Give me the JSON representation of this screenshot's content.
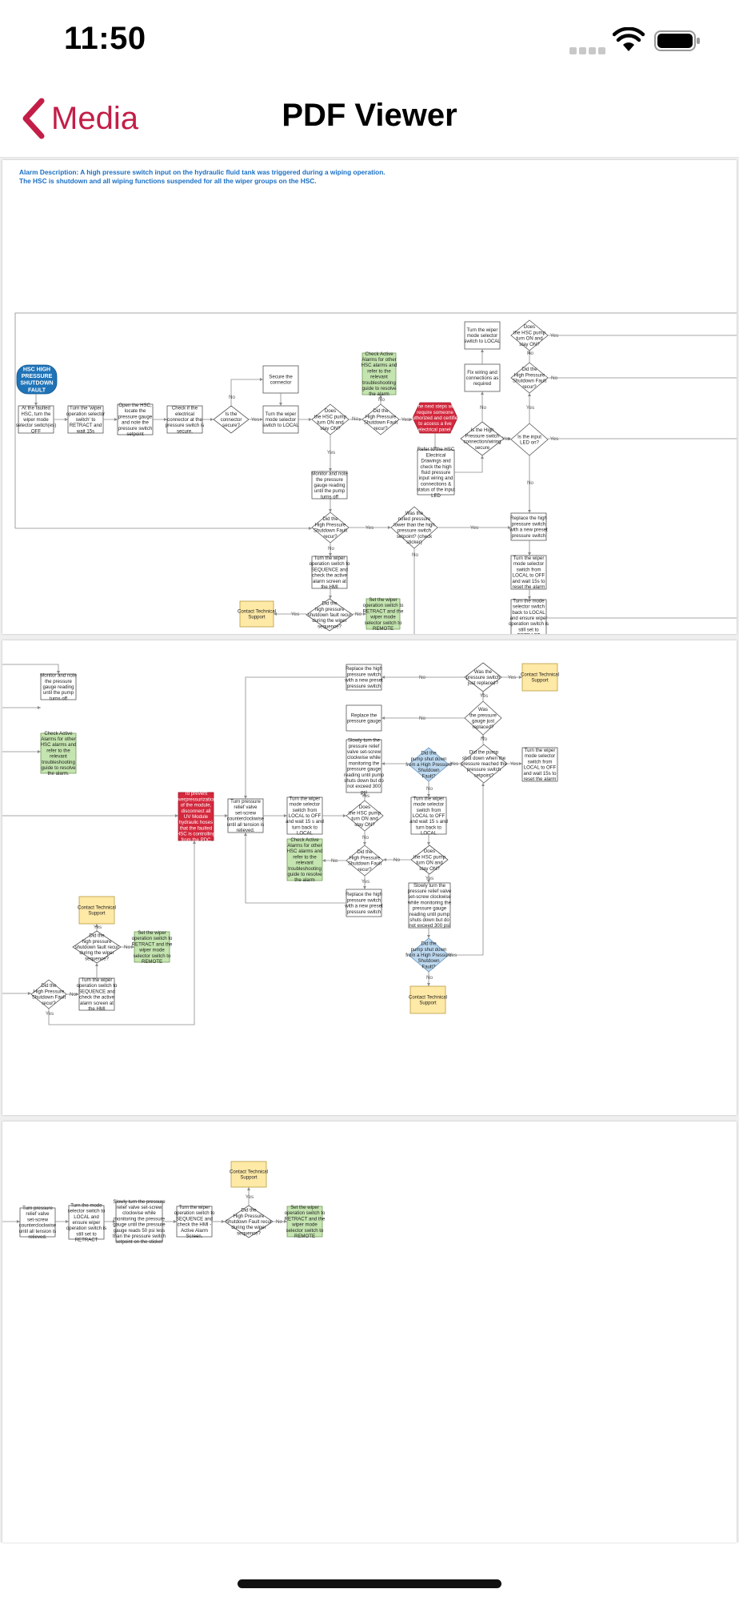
{
  "status_bar": {
    "time": "11:50"
  },
  "nav": {
    "back_label": "Media",
    "title": "PDF Viewer"
  },
  "page1": {
    "alarm_description": [
      "Alarm Description:  A high pressure switch input on the hydraulic fluid tank was triggered during a wiping operation.",
      "The HSC is shutdown and all wiping functions suspended for all the wiper groups on the HSC."
    ],
    "nodes": [
      {
        "id": "p1_title",
        "lines": [
          "HSC HIGH",
          "PRESSURE",
          "SHUTDOWN",
          "FAULT"
        ]
      },
      {
        "id": "p1_a",
        "lines": [
          "At the faulted",
          "HSC, turn the",
          "wiper mode",
          "selector switch(es)",
          "OFF"
        ]
      },
      {
        "id": "p1_b",
        "lines": [
          "Turn the 'wiper",
          "operation selector",
          "switch' to",
          "RETRACT and",
          "wait 15s"
        ]
      },
      {
        "id": "p1_c",
        "lines": [
          "Open the HSC,",
          "locate the",
          "pressure gauge",
          "and note the",
          "pressure switch",
          "setpoint"
        ]
      },
      {
        "id": "p1_d",
        "lines": [
          "Check if the",
          "electrical",
          "connector at the",
          "pressure switch is",
          "secure."
        ]
      },
      {
        "id": "p1_e",
        "lines": [
          "Is the",
          "connector",
          "secure?"
        ]
      },
      {
        "id": "p1_f",
        "lines": [
          "Secure the",
          "connector"
        ]
      },
      {
        "id": "p1_g",
        "lines": [
          "Turn the wiper",
          "mode selector",
          "switch to LOCAL"
        ]
      },
      {
        "id": "p1_h",
        "lines": [
          "Does",
          "the HSC pump",
          "turn ON and",
          "stay ON?"
        ]
      },
      {
        "id": "p1_i",
        "lines": [
          "Did the",
          "High Pressure",
          "Shutdown Fault",
          "recur?"
        ]
      },
      {
        "id": "p1_j",
        "lines": [
          "Check Active",
          "Alarms for other",
          "HSC alarms and",
          "refer to the",
          "relevant",
          "troubleshooting",
          "guide to resolve",
          "the alarm"
        ]
      },
      {
        "id": "p1_k",
        "lines": [
          "The next steps will",
          "require someone",
          "authorized and certified",
          "to access a live",
          "electrical panel."
        ]
      },
      {
        "id": "p1_l",
        "lines": [
          "Refer to the HSC",
          "Electrical",
          "Drawings and",
          "check the high",
          "fluid pressure",
          "input wiring and",
          "connections &",
          "status of the input",
          "LED"
        ]
      },
      {
        "id": "p1_m",
        "lines": [
          "Monitor and note",
          "the pressure",
          "gauge reading",
          "until the pump",
          "turns off"
        ]
      },
      {
        "id": "p1_n",
        "lines": [
          "Did the",
          "High Pressure",
          "Shutdown Fault",
          "recur?"
        ]
      },
      {
        "id": "p1_o",
        "lines": [
          "Was the",
          "noted pressure",
          "lower than the high",
          "pressure switch",
          "setpoint? (check",
          "sticker)"
        ]
      },
      {
        "id": "p1_p",
        "lines": [
          "Replace the high",
          "pressure switch",
          "with a new preset",
          "pressure switch"
        ]
      },
      {
        "id": "p1_q",
        "lines": [
          "Turn the wiper",
          "operation switch to",
          "SEQUENCE and",
          "check the active",
          "alarm screen at",
          "the HMI"
        ]
      },
      {
        "id": "p1_r",
        "lines": [
          "Did the",
          "high pressure",
          "shutdown fault recur",
          "during the wiper",
          "sequence?"
        ]
      },
      {
        "id": "p1_s",
        "lines": [
          "Contact Technical",
          "Support"
        ]
      },
      {
        "id": "p1_t",
        "lines": [
          "Set the wiper",
          "operation switch to",
          "RETRACT and the",
          "wiper mode",
          "selector switch to",
          "REMOTE"
        ]
      },
      {
        "id": "p1_u",
        "lines": [
          "Turn the wiper",
          "mode selector",
          "switch to LOCAL"
        ]
      },
      {
        "id": "p1_v",
        "lines": [
          "Does",
          "the HSC pump",
          "turn ON and",
          "stay ON?"
        ]
      },
      {
        "id": "p1_w",
        "lines": [
          "Fix wiring and",
          "connections as",
          "required"
        ]
      },
      {
        "id": "p1_x",
        "lines": [
          "Did the",
          "High Pressure",
          "Shutdown Fault",
          "recur?"
        ]
      },
      {
        "id": "p1_y",
        "lines": [
          "Is the High",
          "Pressure switch",
          "connection/wiring",
          "secure"
        ]
      },
      {
        "id": "p1_z",
        "lines": [
          "Is the input",
          "LED on?"
        ]
      },
      {
        "id": "p1_aa",
        "lines": [
          "Turn the wiper",
          "mode selector",
          "switch from",
          "LOCAL to OFF",
          "and wait 15s to",
          "reset the alarm"
        ]
      },
      {
        "id": "p1_ab",
        "lines": [
          "Turn the mode",
          "selector switch",
          "back to LOCAL",
          "and ensure wiper",
          "operation switch is",
          "still set to",
          "RETRACT"
        ]
      }
    ],
    "labels": {
      "yes": "Yes",
      "no": "No"
    }
  },
  "page2": {
    "nodes": [
      {
        "id": "p2_a",
        "lines": [
          "Monitor and note",
          "the pressure",
          "gauge reading",
          "until the pump",
          "turns off"
        ]
      },
      {
        "id": "p2_b",
        "lines": [
          "Check Active",
          "Alarms for other",
          "HSC alarms and",
          "refer to the",
          "relevant",
          "troubleshooting",
          "guide to resolve",
          "the alarm."
        ]
      },
      {
        "id": "p2_c",
        "lines": [
          "Replace the high",
          "pressure switch",
          "with a new preset",
          "pressure switch"
        ]
      },
      {
        "id": "p2_d",
        "lines": [
          "Was the",
          "pressure switch",
          "just replaced?"
        ]
      },
      {
        "id": "p2_e",
        "lines": [
          "Contact Technical",
          "Support"
        ]
      },
      {
        "id": "p2_f",
        "lines": [
          "Replace the",
          "pressure gauge"
        ]
      },
      {
        "id": "p2_g",
        "lines": [
          "Was",
          "the pressure",
          "gauge just",
          "replaced?"
        ]
      },
      {
        "id": "p2_h",
        "lines": [
          "Slowly turn the",
          "pressure relief",
          "valve set-screw",
          "clockwise while",
          "monitoring the",
          "pressure gauge",
          "reading until pump",
          "shuts down but do",
          "not exceed 300",
          "psi"
        ]
      },
      {
        "id": "p2_i",
        "lines": [
          "Did the",
          "pump shut down",
          "from a High Pressure",
          "Shutdown",
          "Fault?"
        ]
      },
      {
        "id": "p2_j",
        "lines": [
          "Did the pump",
          "shut down when the",
          "pressure reached the",
          "pressure switch",
          "setpoint?"
        ]
      },
      {
        "id": "p2_k",
        "lines": [
          "Turn the wiper",
          "mode selector",
          "switch from",
          "LOCAL to OFF",
          "and wait 15s to",
          "reset the alarm"
        ]
      },
      {
        "id": "p2_l",
        "lines": [
          "To prevent",
          "overpressurization",
          "of the module,",
          "disconnect all",
          "UV Module",
          "hydraulic hoses",
          "that the faulted",
          "HSC is controlling",
          "from the PDC"
        ]
      },
      {
        "id": "p2_m",
        "lines": [
          "Turn pressure",
          "relief valve",
          "set-screw",
          "counterclockwise",
          "until all tension is",
          "relieved."
        ]
      },
      {
        "id": "p2_n",
        "lines": [
          "Turn the wiper",
          "mode selector",
          "switch from",
          "LOCAL to OFF",
          "and wait 15 s and",
          "turn back to",
          "LOCAL"
        ]
      },
      {
        "id": "p2_o",
        "lines": [
          "Does",
          "the HSC pump",
          "turn ON and",
          "stay ON?"
        ]
      },
      {
        "id": "p2_p",
        "lines": [
          "Turn the wiper",
          "mode selector",
          "switch from",
          "LOCAL to OFF",
          "and wait 15 s and",
          "turn back to",
          "LOCAL"
        ]
      },
      {
        "id": "p2_q",
        "lines": [
          "Check Active",
          "Alarms for other",
          "HSC alarms and",
          "refer to the",
          "relevant",
          "troubleshooting",
          "guide to resolve",
          "the alarm"
        ]
      },
      {
        "id": "p2_r",
        "lines": [
          "Did the",
          "High Pressure",
          "Shutdown Fault",
          "recur?"
        ]
      },
      {
        "id": "p2_s",
        "lines": [
          "Does",
          "the HSC pump",
          "turn ON and",
          "stay ON?"
        ]
      },
      {
        "id": "p2_t",
        "lines": [
          "Replace the high",
          "pressure switch",
          "with a new preset",
          "pressure switch"
        ]
      },
      {
        "id": "p2_u",
        "lines": [
          "Slowly turn the",
          "pressure relief valve",
          "set-screw clockwise",
          "while monitoring the",
          "pressure gauge",
          "reading until pump",
          "shuts down but do",
          "not exceed 300 psi"
        ]
      },
      {
        "id": "p2_v",
        "lines": [
          "Did the",
          "pump shut down",
          "from a High Pressure",
          "Shutdown",
          "Fault?"
        ]
      },
      {
        "id": "p2_w",
        "lines": [
          "Contact Technical",
          "Support"
        ]
      },
      {
        "id": "p2_x",
        "lines": [
          "Contact Technical",
          "Support"
        ]
      },
      {
        "id": "p2_y",
        "lines": [
          "Did the",
          "high pressure",
          "shutdown fault recur",
          "during the wiper",
          "sequence?"
        ]
      },
      {
        "id": "p2_z",
        "lines": [
          "Set the wiper",
          "operation switch to",
          "RETRACT and the",
          "wiper mode",
          "selector switch to",
          "REMOTE"
        ]
      },
      {
        "id": "p2_aa",
        "lines": [
          "Did the",
          "High Pressure",
          "Shutdown Fault",
          "recur?"
        ]
      },
      {
        "id": "p2_ab",
        "lines": [
          "Turn the wiper",
          "operation switch to",
          "SEQUENCE and",
          "check the active",
          "alarm screen at",
          "the HMI"
        ]
      }
    ]
  },
  "page3": {
    "nodes": [
      {
        "id": "p3_a",
        "lines": [
          "Turn pressure",
          "relief valve",
          "set-screw",
          "counterclockwise",
          "until all tension is",
          "relieved."
        ]
      },
      {
        "id": "p3_b",
        "lines": [
          "Turn the mode",
          "selector switch to",
          "LOCAL and",
          "ensure wiper",
          "operation switch is",
          "still set to",
          "RETRACT"
        ]
      },
      {
        "id": "p3_c",
        "lines": [
          "Slowly turn the pressure",
          "relief valve set-screw",
          "clockwise while",
          "monitoring the pressure",
          "gauge until the pressure",
          "gauge reads 50 psi less",
          "than the pressure switch",
          "setpoint on the sticker"
        ]
      },
      {
        "id": "p3_d",
        "lines": [
          "Turn the wiper",
          "operation switch to",
          "SEQUENCE and",
          "check the HMI -",
          "Active Alarm",
          "Screen."
        ]
      },
      {
        "id": "p3_e",
        "lines": [
          "Did the",
          "High Pressure",
          "Shutdown Fault recur",
          "during the wiper",
          "sequence?"
        ]
      },
      {
        "id": "p3_f",
        "lines": [
          "Contact Technical",
          "Support"
        ]
      },
      {
        "id": "p3_g",
        "lines": [
          "Set the wiper",
          "operation switch to",
          "RETRACT and the",
          "wiper mode",
          "selector switch to",
          "REMOTE"
        ]
      }
    ]
  },
  "colors": {
    "brand": "#c31e47",
    "terminal_blue": "#1f73b7",
    "decision_blue": "#bdd9f0",
    "action_green": "#c5e5b0",
    "support_yellow": "#ffe9a6",
    "alert_red": "#d4283d",
    "line_gray": "#8a8a8a",
    "alarm_text": "#1a6fc4"
  }
}
